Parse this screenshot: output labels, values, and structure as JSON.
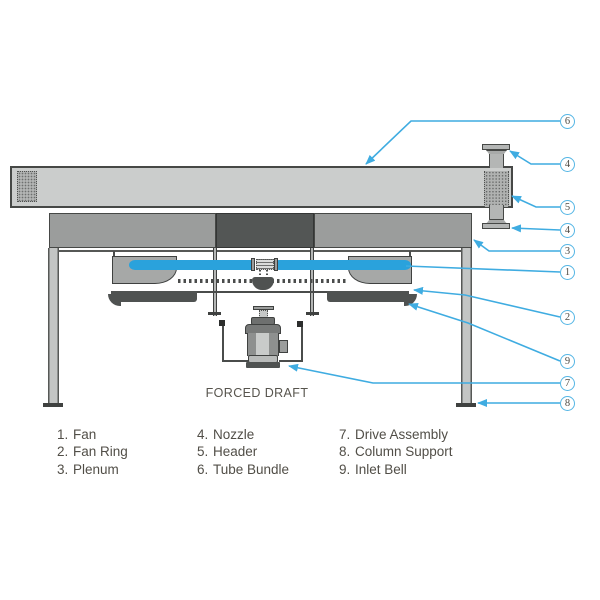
{
  "figure": {
    "caption": "FORCED DRAFT"
  },
  "callouts": [
    {
      "num": "6"
    },
    {
      "num": "4"
    },
    {
      "num": "5"
    },
    {
      "num": "4"
    },
    {
      "num": "3"
    },
    {
      "num": "1"
    },
    {
      "num": "2"
    },
    {
      "num": "9"
    },
    {
      "num": "7"
    },
    {
      "num": "8"
    }
  ],
  "legend": {
    "columns": [
      {
        "items": [
          {
            "num": "1.",
            "label": "Fan"
          },
          {
            "num": "2.",
            "label": "Fan Ring"
          },
          {
            "num": "3.",
            "label": "Plenum"
          }
        ]
      },
      {
        "items": [
          {
            "num": "4.",
            "label": "Nozzle"
          },
          {
            "num": "5.",
            "label": "Header"
          },
          {
            "num": "6.",
            "label": "Tube Bundle"
          }
        ]
      },
      {
        "items": [
          {
            "num": "7.",
            "label": "Drive Assembly"
          },
          {
            "num": "8.",
            "label": "Column Support"
          },
          {
            "num": "9.",
            "label": "Inlet Bell"
          }
        ]
      }
    ]
  },
  "colors": {
    "accent_blue": "#3face1",
    "fan_blue": "#2aa2dc",
    "outline_gray": "#464846",
    "dark_gray": "#4f5251",
    "text_gray": "#514e47"
  }
}
